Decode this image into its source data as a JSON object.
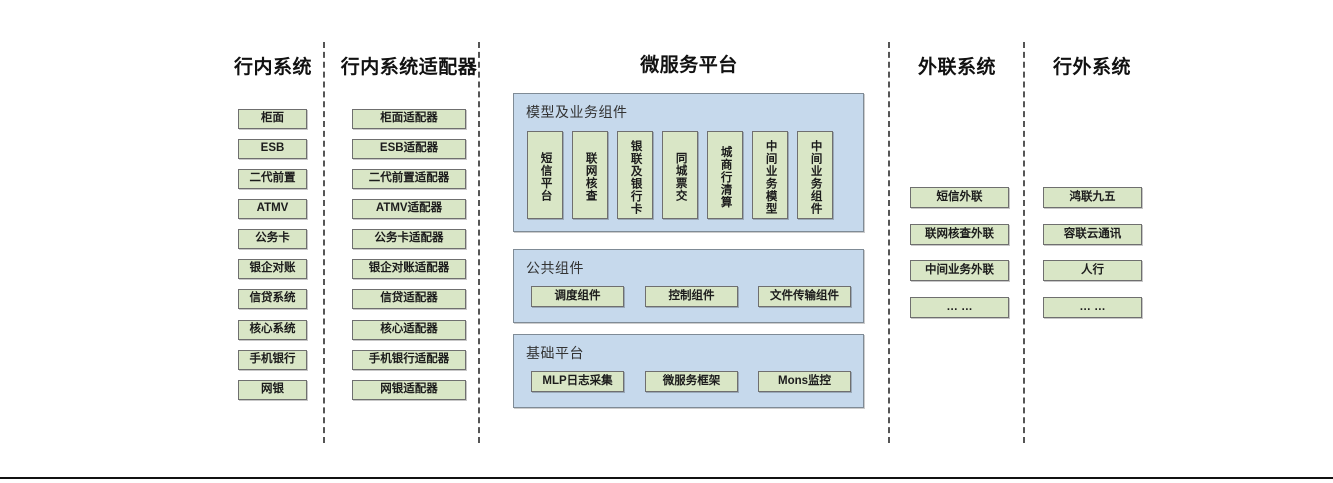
{
  "diagram": {
    "title_bar": null,
    "columns": [
      {
        "id": "internal-systems",
        "title": "行内系统",
        "items": [
          "柜面",
          "ESB",
          "二代前置",
          "ATMV",
          "公务卡",
          "银企对账",
          "信贷系统",
          "核心系统",
          "手机银行",
          "网银"
        ]
      },
      {
        "id": "internal-adapters",
        "title": "行内系统适配器",
        "items": [
          "柜面适配器",
          "ESB适配器",
          "二代前置适配器",
          "ATMV适配器",
          "公务卡适配器",
          "银企对账适配器",
          "信贷适配器",
          "核心适配器",
          "手机银行适配器",
          "网银适配器"
        ]
      },
      {
        "id": "microservice-platform",
        "title": "微服务平台",
        "panels": [
          {
            "id": "model-business-components",
            "label": "模型及业务组件",
            "orientation": "vertical",
            "items": [
              "短信平台",
              "联网核查",
              "银联及银行卡",
              "同城票交",
              "城商行清算",
              "中间业务模型",
              "中间业务组件"
            ]
          },
          {
            "id": "public-components",
            "label": "公共组件",
            "orientation": "horizontal",
            "items": [
              "调度组件",
              "控制组件",
              "文件传输组件"
            ]
          },
          {
            "id": "base-platform",
            "label": "基础平台",
            "orientation": "horizontal",
            "items": [
              "MLP日志采集",
              "微服务框架",
              "Mons监控"
            ]
          }
        ]
      },
      {
        "id": "external-liaison-systems",
        "title": "外联系统",
        "items": [
          "短信外联",
          "联网核查外联",
          "中间业务外联",
          "… …"
        ]
      },
      {
        "id": "offbank-systems",
        "title": "行外系统",
        "items": [
          "鸿联九五",
          "容联云通讯",
          "人行",
          "… …"
        ]
      }
    ],
    "colors": {
      "node_fill": "#d9e6c6",
      "node_border": "#6f6f6f",
      "panel_fill": "#c6d9ec",
      "panel_border": "#7f8b96",
      "divider": "#555555",
      "text": "#1a1a1a",
      "background": "#ffffff"
    }
  }
}
